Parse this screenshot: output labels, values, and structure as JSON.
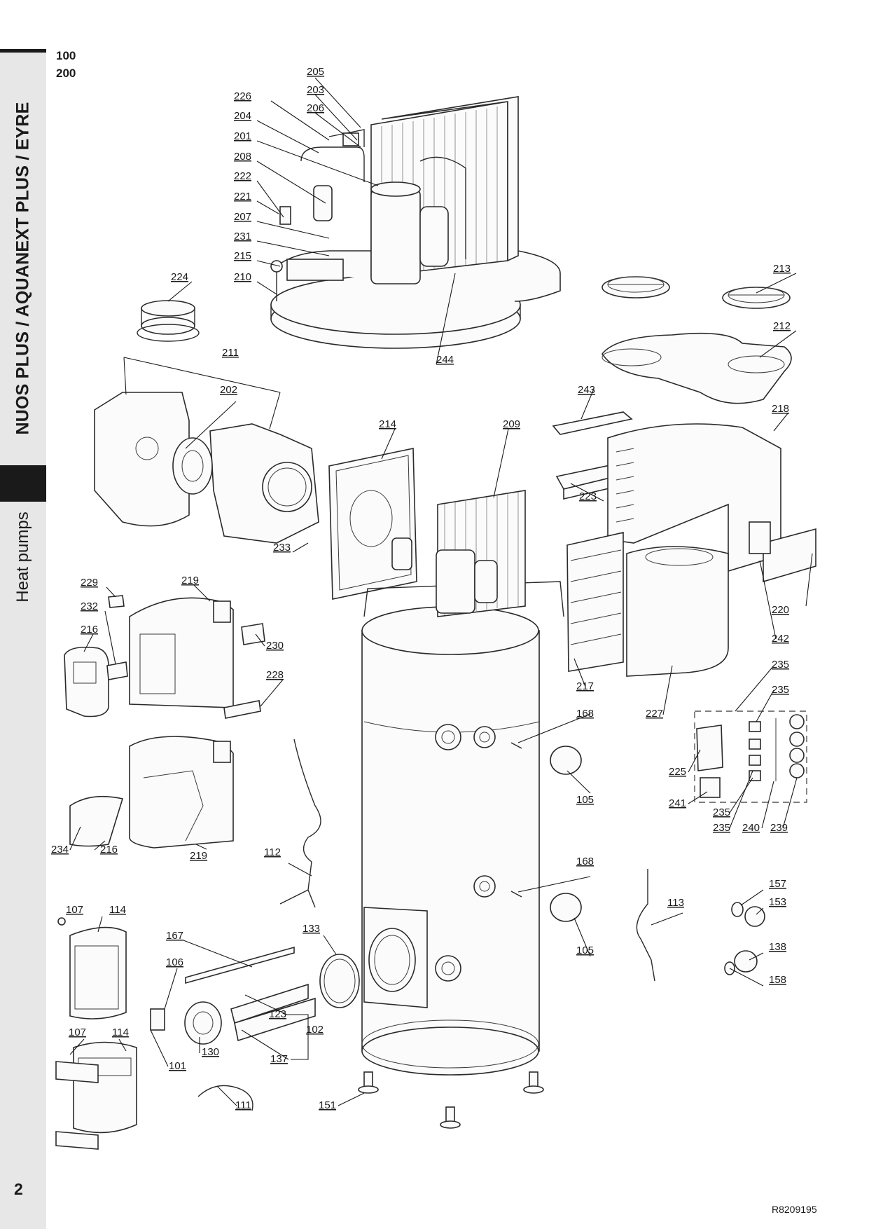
{
  "header": {
    "models": [
      "100",
      "200"
    ]
  },
  "sidebar": {
    "series_title": "NUOS PLUS / AQUANEXT PLUS / EYRE",
    "section_title": "Heat pumps"
  },
  "footer": {
    "page_number": "2",
    "doc_ref": "R8209195"
  },
  "parts": [
    {
      "id": "205",
      "text": "205"
    },
    {
      "id": "203",
      "text": "203"
    },
    {
      "id": "226",
      "text": "226"
    },
    {
      "id": "206",
      "text": "206"
    },
    {
      "id": "204",
      "text": "204"
    },
    {
      "id": "201",
      "text": "201"
    },
    {
      "id": "208",
      "text": "208"
    },
    {
      "id": "222",
      "text": "222"
    },
    {
      "id": "221",
      "text": "221"
    },
    {
      "id": "207",
      "text": "207"
    },
    {
      "id": "231",
      "text": "231"
    },
    {
      "id": "215",
      "text": "215"
    },
    {
      "id": "210",
      "text": "210"
    },
    {
      "id": "224",
      "text": "224"
    },
    {
      "id": "213",
      "text": "213"
    },
    {
      "id": "212",
      "text": "212"
    },
    {
      "id": "244",
      "text": "244"
    },
    {
      "id": "211",
      "text": "211"
    },
    {
      "id": "202",
      "text": "202"
    },
    {
      "id": "243",
      "text": "243"
    },
    {
      "id": "214",
      "text": "214"
    },
    {
      "id": "209",
      "text": "209"
    },
    {
      "id": "218",
      "text": "218"
    },
    {
      "id": "223",
      "text": "223"
    },
    {
      "id": "233",
      "text": "233"
    },
    {
      "id": "229",
      "text": "229"
    },
    {
      "id": "219a",
      "text": "219"
    },
    {
      "id": "232",
      "text": "232"
    },
    {
      "id": "216a",
      "text": "216"
    },
    {
      "id": "230",
      "text": "230"
    },
    {
      "id": "228",
      "text": "228"
    },
    {
      "id": "220",
      "text": "220"
    },
    {
      "id": "242",
      "text": "242"
    },
    {
      "id": "217",
      "text": "217"
    },
    {
      "id": "235a",
      "text": "235"
    },
    {
      "id": "235b",
      "text": "235"
    },
    {
      "id": "168a",
      "text": "168"
    },
    {
      "id": "227",
      "text": "227"
    },
    {
      "id": "225",
      "text": "225"
    },
    {
      "id": "105a",
      "text": "105"
    },
    {
      "id": "241",
      "text": "241"
    },
    {
      "id": "235c",
      "text": "235"
    },
    {
      "id": "235d",
      "text": "235"
    },
    {
      "id": "240",
      "text": "240"
    },
    {
      "id": "239",
      "text": "239"
    },
    {
      "id": "234",
      "text": "234"
    },
    {
      "id": "216b",
      "text": "216"
    },
    {
      "id": "219b",
      "text": "219"
    },
    {
      "id": "112",
      "text": "112"
    },
    {
      "id": "168b",
      "text": "168"
    },
    {
      "id": "157",
      "text": "157"
    },
    {
      "id": "107a",
      "text": "107"
    },
    {
      "id": "114a",
      "text": "114"
    },
    {
      "id": "113",
      "text": "113"
    },
    {
      "id": "153",
      "text": "153"
    },
    {
      "id": "133",
      "text": "133"
    },
    {
      "id": "167",
      "text": "167"
    },
    {
      "id": "105b",
      "text": "105"
    },
    {
      "id": "138",
      "text": "138"
    },
    {
      "id": "106",
      "text": "106"
    },
    {
      "id": "158",
      "text": "158"
    },
    {
      "id": "123",
      "text": "123"
    },
    {
      "id": "102",
      "text": "102"
    },
    {
      "id": "107b",
      "text": "107"
    },
    {
      "id": "114b",
      "text": "114"
    },
    {
      "id": "130",
      "text": "130"
    },
    {
      "id": "137",
      "text": "137"
    },
    {
      "id": "101",
      "text": "101"
    },
    {
      "id": "111",
      "text": "111"
    },
    {
      "id": "151",
      "text": "151"
    }
  ]
}
